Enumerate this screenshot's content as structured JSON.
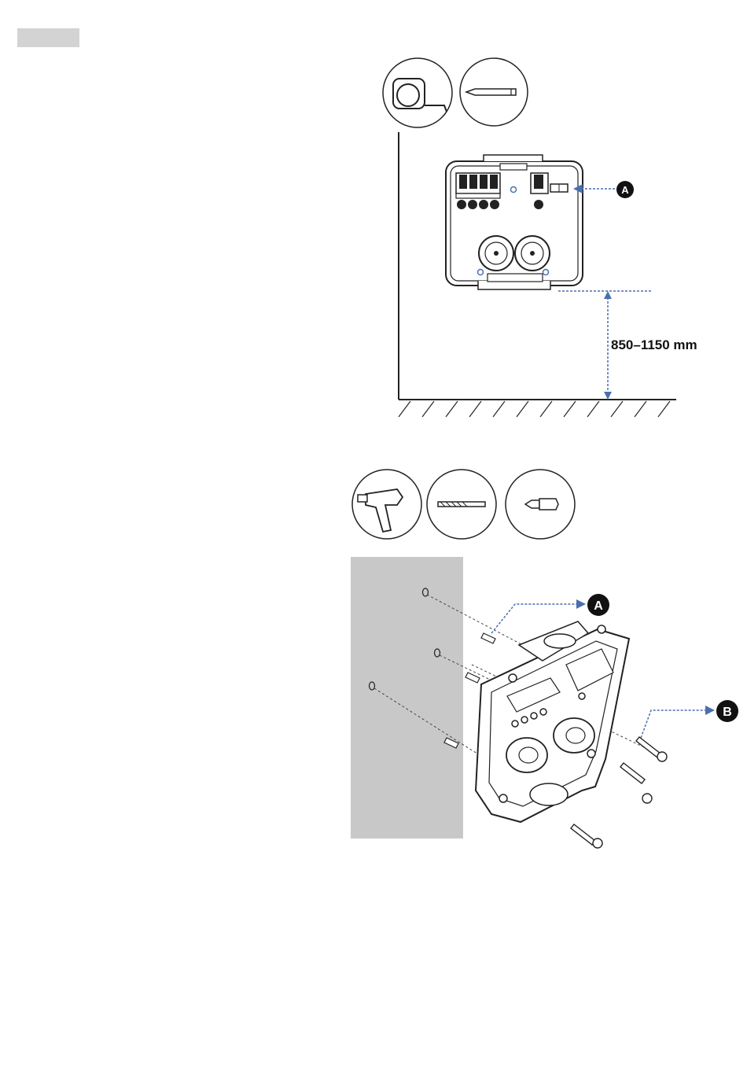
{
  "header_tab": {
    "color": "#d3d3d3"
  },
  "figure1": {
    "tools": [
      "tape-measure-icon",
      "pencil-icon"
    ],
    "height_label": "850–1150 mm",
    "callout_a": "A"
  },
  "figure2": {
    "tools": [
      "drill-icon",
      "drill-bit-icon",
      "screwdriver-bit-icon"
    ],
    "callout_a": "A",
    "callout_b": "B"
  },
  "colors": {
    "arrow": "#4a6fb0",
    "line": "#222222",
    "wall": "#c8c8c8"
  }
}
